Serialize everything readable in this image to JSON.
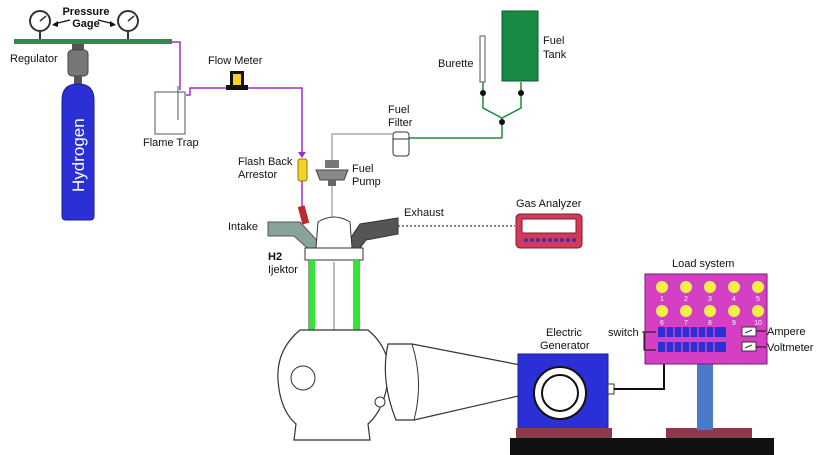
{
  "labels": {
    "pressure": "Pressure",
    "gage": "Gage",
    "regulator": "Regulator",
    "hydrogen": "Hydrogen",
    "flame_trap": "Flame Trap",
    "flow_meter": "Flow Meter",
    "flash_back_1": "Flash Back",
    "flash_back_2": "Arrestor",
    "fuel_pump_1": "Fuel",
    "fuel_pump_2": "Pump",
    "fuel_filter_1": "Fuel",
    "fuel_filter_2": "Filter",
    "burette": "Burette",
    "fuel_tank_1": "Fuel",
    "fuel_tank_2": "Tank",
    "intake": "Intake",
    "exhaust": "Exhaust",
    "gas_analyzer": "Gas Analyzer",
    "h2_injector_1": "H2",
    "h2_injector_2": "Ijektor",
    "electric_generator_1": "Electric",
    "electric_generator_2": "Generator",
    "load_system": "Load system",
    "switch": "switch",
    "ampere": "Ampere",
    "voltmeter": "Voltmeter"
  },
  "load_buttons": [
    "1",
    "2",
    "3",
    "4",
    "5",
    "6",
    "7",
    "8",
    "9",
    "10"
  ],
  "colors": {
    "hydrogen_line": "#9b30c8",
    "fuel_line": "#1e8c3c",
    "cylinder": "#2a2fd6",
    "load_panel": "#d43fc4",
    "gas_analyzer": "#d23a5a",
    "fuel_tank": "#178a43",
    "cylinder_walls": "#33e633"
  }
}
